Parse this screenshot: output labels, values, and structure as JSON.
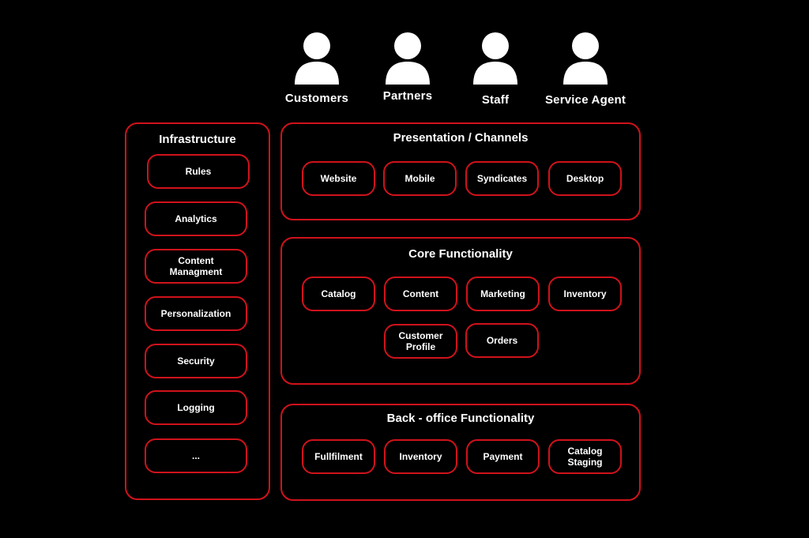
{
  "accent_color": "#d0121b",
  "actors": [
    {
      "label": "Customers",
      "icon": "user-icon"
    },
    {
      "label": "Partners",
      "icon": "user-icon"
    },
    {
      "label": "Staff",
      "icon": "user-icon"
    },
    {
      "label": "Service Agent",
      "icon": "user-icon"
    }
  ],
  "infrastructure": {
    "title": "Infrastructure",
    "items": [
      "Rules",
      "Analytics",
      "Content\nManagment",
      "Personalization",
      "Security",
      "Logging",
      "..."
    ]
  },
  "presentation": {
    "title": "Presentation / Channels",
    "items": [
      "Website",
      "Mobile",
      "Syndicates",
      "Desktop"
    ]
  },
  "core": {
    "title": "Core Functionality",
    "items": [
      "Catalog",
      "Content",
      "Marketing",
      "Inventory",
      "Customer\nProfile",
      "Orders"
    ]
  },
  "backoffice": {
    "title": "Back - office Functionality",
    "items": [
      "Fullfilment",
      "Inventory",
      "Payment",
      "Catalog\nStaging"
    ]
  }
}
